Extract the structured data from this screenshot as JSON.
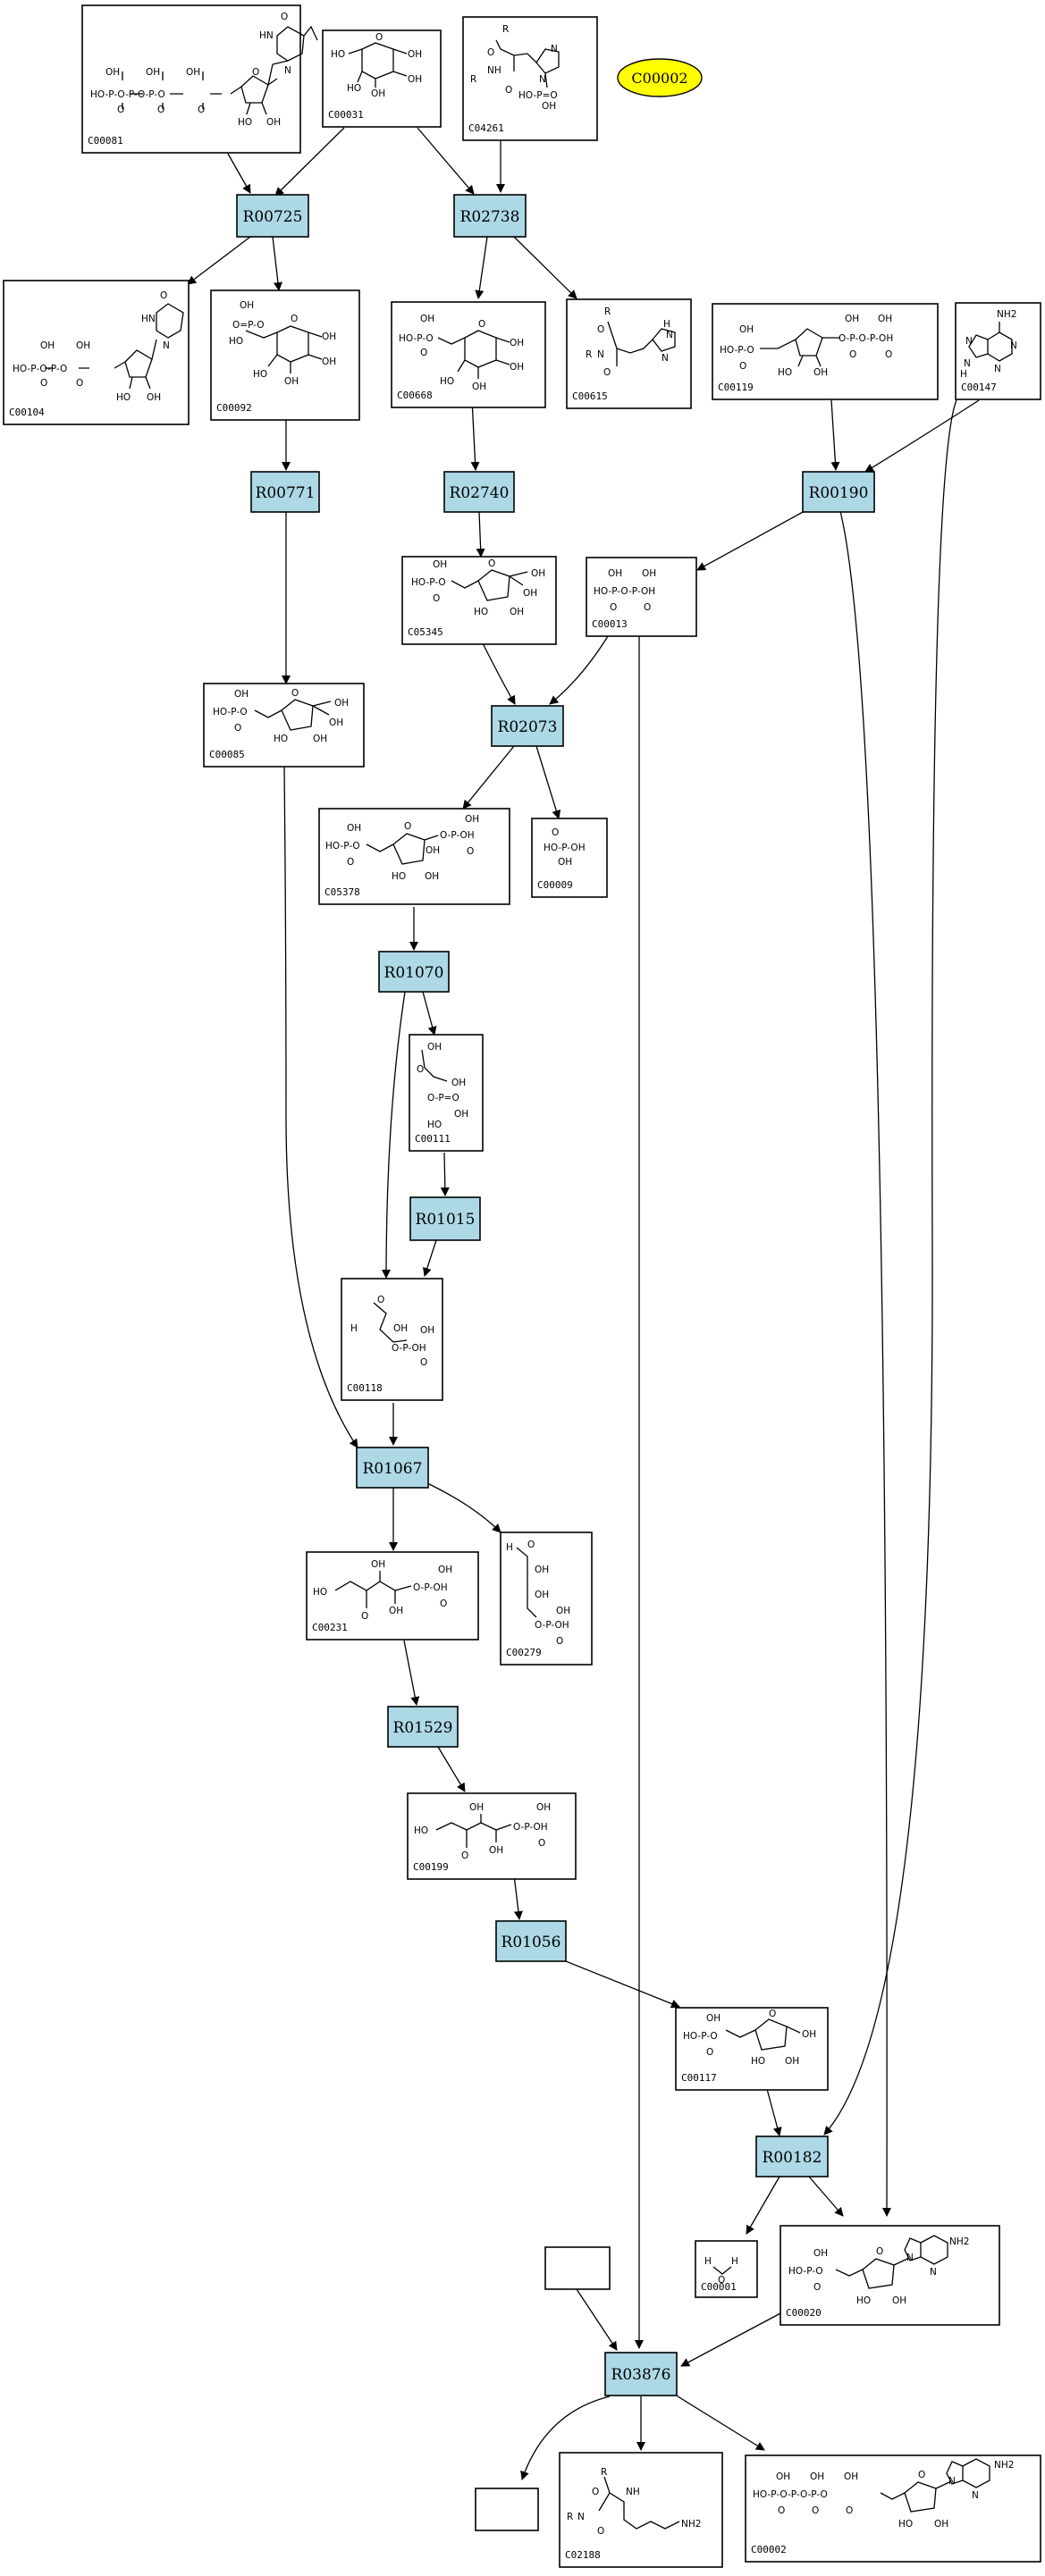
{
  "diagram": {
    "type": "metabolic-pathway-graph",
    "colors": {
      "reaction_fill": "#add8e6",
      "highlight_fill": "#ffff00",
      "stroke": "#000000",
      "background": "#ffffff"
    },
    "highlighted_compound": "C00002",
    "reactions": [
      "R00725",
      "R02738",
      "R00771",
      "R02740",
      "R00190",
      "R02073",
      "R01070",
      "R01015",
      "R01067",
      "R01529",
      "R01056",
      "R00182",
      "R03876"
    ],
    "compounds": [
      {
        "id": "C00081",
        "label": "C00081",
        "icon": "ITP-structure-icon"
      },
      {
        "id": "C00031",
        "label": "C00031",
        "icon": "glucose-structure-icon"
      },
      {
        "id": "C04261",
        "label": "C04261",
        "icon": "phosphohistidine-structure-icon"
      },
      {
        "id": "C00104",
        "label": "C00104",
        "icon": "IDP-structure-icon"
      },
      {
        "id": "C00092",
        "label": "C00092",
        "icon": "glucose-6-phosphate-structure-icon"
      },
      {
        "id": "C00668",
        "label": "C00668",
        "icon": "glucose-6-phosphate-structure-icon"
      },
      {
        "id": "C00615",
        "label": "C00615",
        "icon": "histidine-residue-structure-icon"
      },
      {
        "id": "C00119",
        "label": "C00119",
        "icon": "PRPP-structure-icon"
      },
      {
        "id": "C00147",
        "label": "C00147",
        "icon": "adenine-structure-icon"
      },
      {
        "id": "C05345",
        "label": "C05345",
        "icon": "fructose-6-phosphate-structure-icon"
      },
      {
        "id": "C00013",
        "label": "C00013",
        "icon": "pyrophosphate-structure-icon"
      },
      {
        "id": "C00085",
        "label": "C00085",
        "icon": "fructose-6-phosphate-structure-icon"
      },
      {
        "id": "C05378",
        "label": "C05378",
        "icon": "fructose-bisphosphate-structure-icon"
      },
      {
        "id": "C00009",
        "label": "C00009",
        "icon": "phosphate-structure-icon"
      },
      {
        "id": "C00111",
        "label": "C00111",
        "icon": "glycerone-phosphate-structure-icon"
      },
      {
        "id": "C00118",
        "label": "C00118",
        "icon": "glyceraldehyde-3-phosphate-structure-icon"
      },
      {
        "id": "C00231",
        "label": "C00231",
        "icon": "xylulose-5-phosphate-structure-icon"
      },
      {
        "id": "C00279",
        "label": "C00279",
        "icon": "erythrose-4-phosphate-structure-icon"
      },
      {
        "id": "C00199",
        "label": "C00199",
        "icon": "ribulose-5-phosphate-structure-icon"
      },
      {
        "id": "C00117",
        "label": "C00117",
        "icon": "ribose-5-phosphate-structure-icon"
      },
      {
        "id": "C00001",
        "label": "C00001",
        "icon": "water-structure-icon"
      },
      {
        "id": "C00020",
        "label": "C00020",
        "icon": "AMP-structure-icon"
      },
      {
        "id": "C02188",
        "label": "C02188",
        "icon": "lysine-residue-structure-icon"
      },
      {
        "id": "C00002",
        "label": "C00002",
        "icon": "ATP-structure-icon"
      }
    ]
  }
}
